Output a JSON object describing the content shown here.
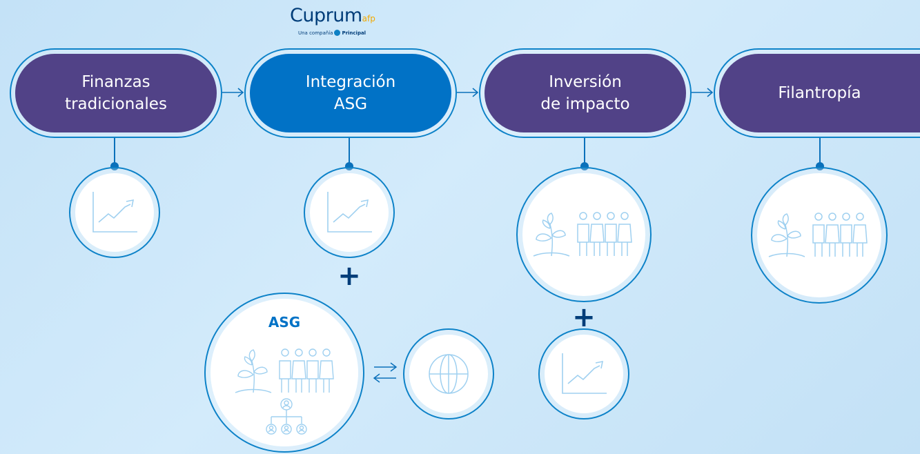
{
  "logo": {
    "brand": "Cuprum",
    "suffix": "afp",
    "tagline": "Una compañía",
    "partner": "Principal"
  },
  "stages": [
    {
      "label_line1": "Finanzas",
      "label_line2": "tradicionales",
      "color": "#514287"
    },
    {
      "label_line1": "Integración",
      "label_line2": "ASG",
      "color": "#0172c6"
    },
    {
      "label_line1": "Inversión",
      "label_line2": "de impacto",
      "color": "#514287"
    },
    {
      "label_line1": "Filantropía",
      "label_line2": "",
      "color": "#514287"
    }
  ],
  "plus_symbol": "+",
  "asg_circle_title": "ASG",
  "exchange_arrows": "⇄",
  "icons": [
    "growth-chart-icon",
    "plant-people-icon",
    "org-chart-icon",
    "globe-icon"
  ],
  "colors": {
    "purple": "#514287",
    "blue": "#0172c6",
    "line": "#0a70ba",
    "icon_light": "#9fd0f0",
    "background": "#cde7f9"
  }
}
